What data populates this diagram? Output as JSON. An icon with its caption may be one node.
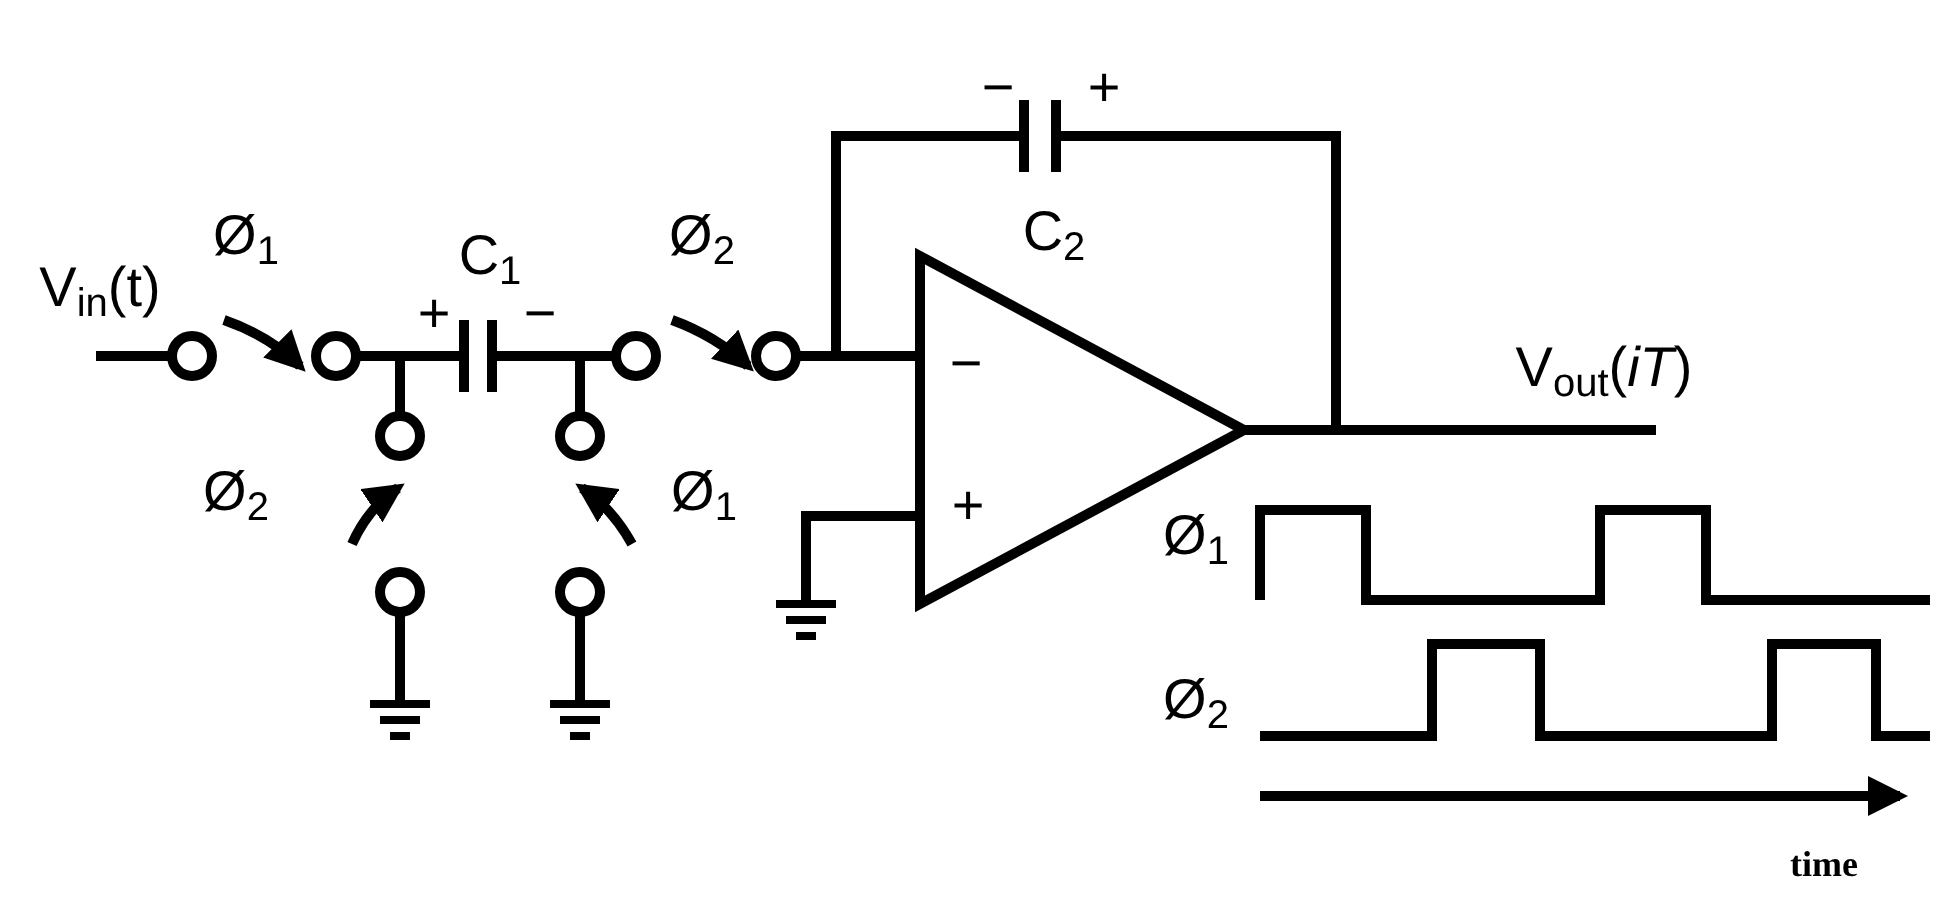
{
  "diagram": {
    "labels": [
      "−",
      "+",
      "Ø$_{1}$",
      "Ø$_{2}$",
      "C$_{2}$",
      "C$_{1}$",
      "V$_{in}$(t)",
      "+",
      "−",
      "−",
      "V$_{out}$(*iT*)",
      "Ø$_{2}$",
      "Ø$_{1}$",
      "+",
      "Ø$_{1}$",
      "Ø$_{2}$",
      "time"
    ]
  }
}
